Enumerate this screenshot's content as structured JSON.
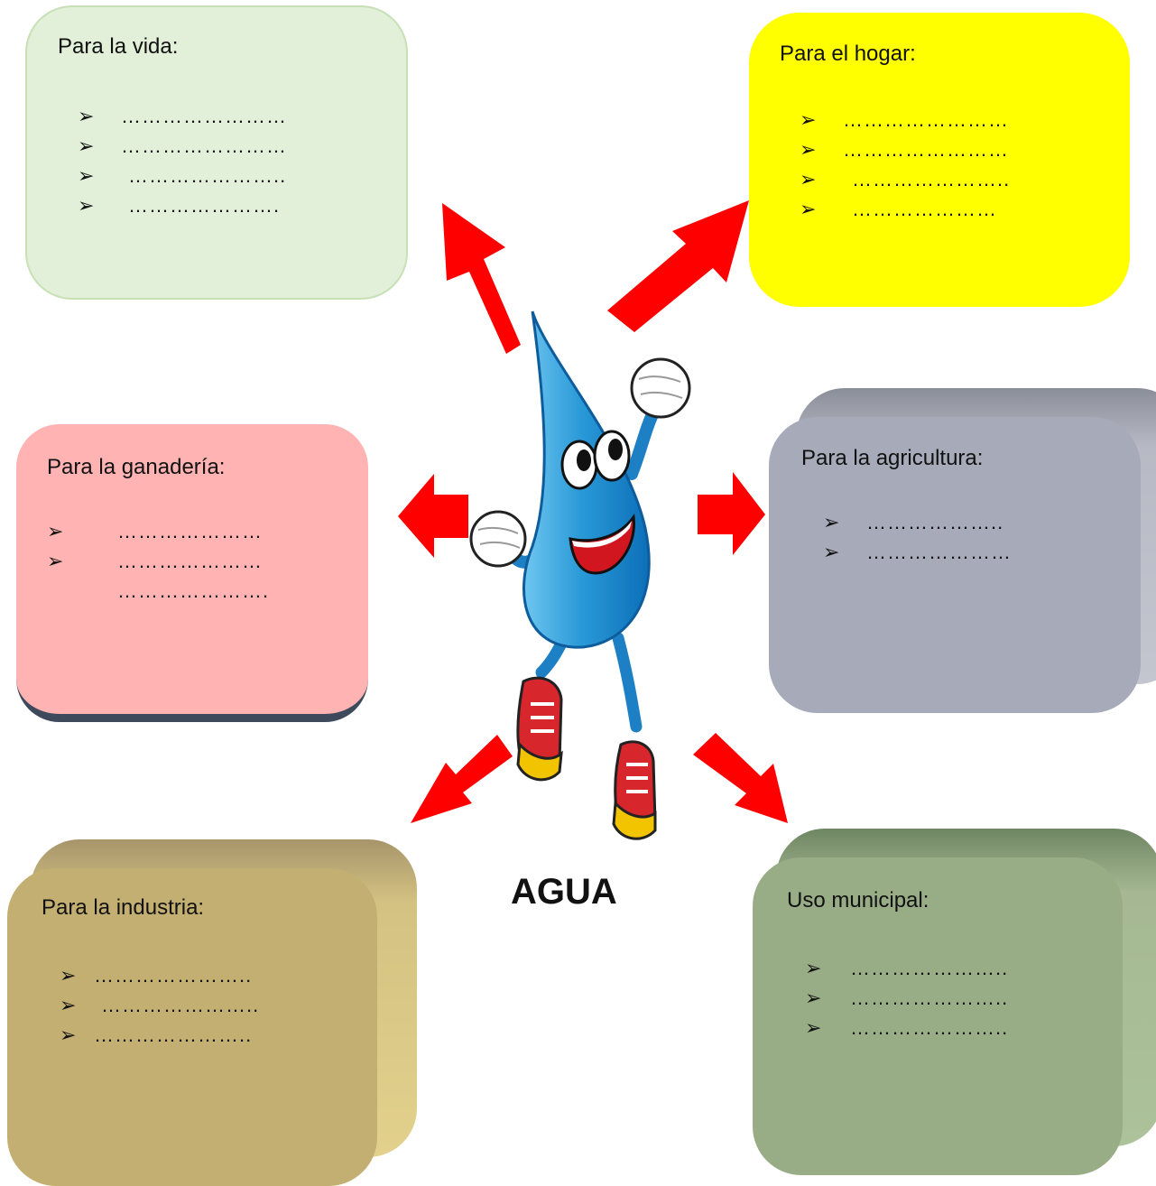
{
  "center": {
    "label": "AGUA"
  },
  "bullet": "➢",
  "boxes": {
    "vida": {
      "title": "Para la vida:",
      "items": [
        "……………………",
        "……………………",
        "…………………..",
        "…………………."
      ]
    },
    "hogar": {
      "title": "Para el hogar:",
      "items": [
        "……………………",
        "……………………",
        "…………………..",
        "…………………"
      ]
    },
    "ganaderia": {
      "title": "Para la ganadería:",
      "items": [
        "…………………",
        "…………………",
        "…………………."
      ]
    },
    "agricultura": {
      "title": "Para la agricultura:",
      "items": [
        "………………..",
        "…………………"
      ]
    },
    "industria": {
      "title": "Para la industria:",
      "items": [
        "…………………..",
        "…………………..",
        "………………….."
      ]
    },
    "municipal": {
      "title": "Uso municipal:",
      "items": [
        "…………………..",
        "…………………..",
        "………………….."
      ]
    }
  },
  "colors": {
    "vida": "#e2efd9",
    "hogar": "#ffff00",
    "ganaderia": "#ffb3b3",
    "agricultura": "#a7abb9",
    "industria": "#c4af72",
    "municipal": "#98ac86",
    "arrow": "#ff0000",
    "drop": "#2a9ad8"
  }
}
